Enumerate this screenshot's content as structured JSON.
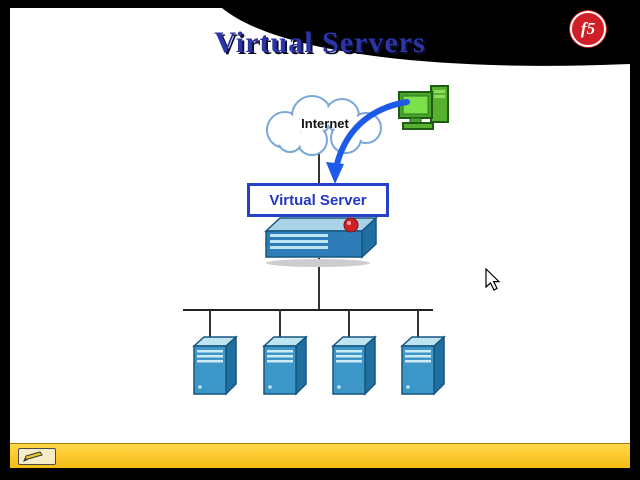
{
  "slide": {
    "title": "Virtual Servers"
  },
  "logo": {
    "text": "f5"
  },
  "diagram": {
    "internet_label": "Internet",
    "virtual_server_label": "Virtual Server",
    "server_count": 4,
    "icons": [
      "internet-cloud-icon",
      "workstation-icon",
      "curved-arrow-icon",
      "bigip-appliance-icon",
      "server-icon"
    ]
  },
  "toolbar": {
    "pen_button_icon": "pencil-icon"
  },
  "colors": {
    "title_blue": "#2b35a8",
    "accent_blue": "#2742c8",
    "arrow_blue": "#1e5ae8",
    "server_blue": "#3c96c8",
    "toolbar_yellow": "#f5bb10",
    "logo_red": "#cf2027"
  }
}
